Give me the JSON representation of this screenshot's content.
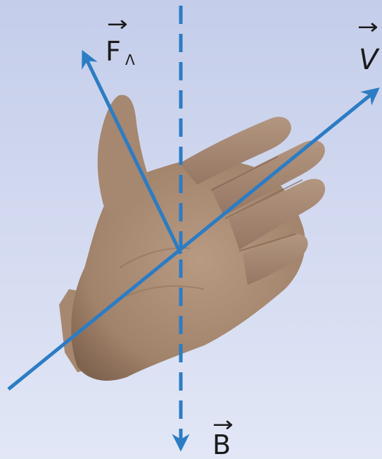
{
  "vectors": {
    "force": {
      "symbol": "F",
      "subscript": "Λ",
      "color": "#2c7cc4"
    },
    "velocity": {
      "symbol": "V",
      "color": "#2c7cc4"
    },
    "field": {
      "symbol": "B",
      "color": "#2c7cc4",
      "style": "dashed"
    }
  },
  "colors": {
    "background_top": "#c4cdea",
    "background_bottom": "#e2e7f6",
    "skin": "#a98b73",
    "skin_shadow": "#8a6e58",
    "arrow": "#2c7cc4",
    "label": "#1b1b1b"
  },
  "illustration": {
    "hand": "hand-photo"
  }
}
